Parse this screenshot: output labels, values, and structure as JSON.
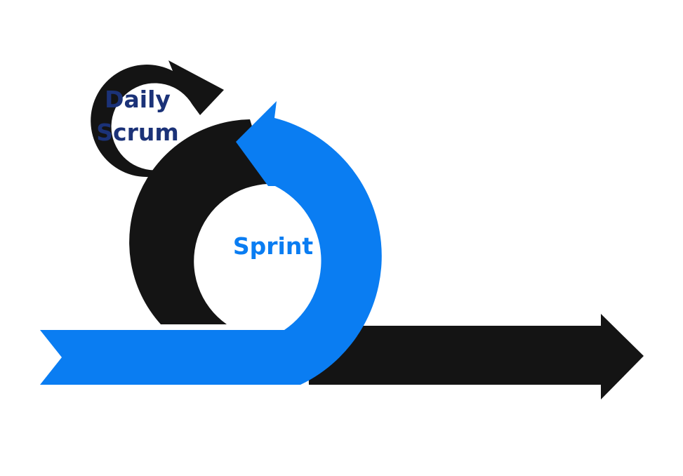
{
  "diagram": {
    "daily_scrum": {
      "line1": "Daily",
      "line2": "Scrum"
    },
    "sprint": {
      "label": "Sprint"
    }
  },
  "colors": {
    "background": "#ffffff",
    "loop_black": "#141414",
    "sprint_blue": "#0a7df2",
    "daily_text": "#1b3278",
    "sprint_text": "#0a7df2"
  },
  "icons": {
    "daily_loop": "circular-arrow-icon",
    "sprint_loop": "circular-arrow-icon",
    "product_arrow": "right-arrow-icon"
  }
}
